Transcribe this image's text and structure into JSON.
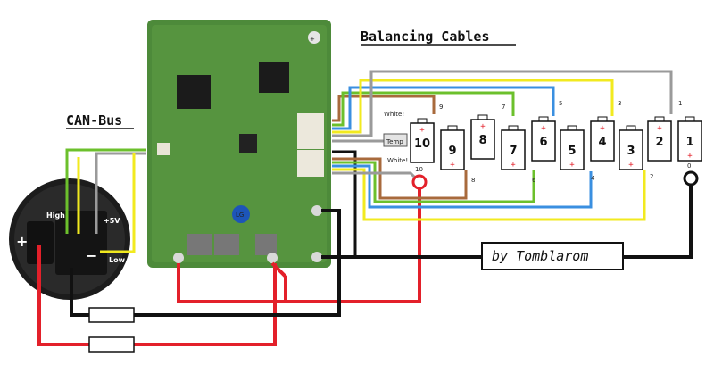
{
  "labels": {
    "balancing_cables": "Balancing Cables",
    "can_bus": "CAN-Bus",
    "credit": "by Tomblarom",
    "temp": "Temp",
    "white_top": "White!",
    "white_bottom": "White!"
  },
  "connector": {
    "plus": "+",
    "minus": "−",
    "high": "High",
    "low": "Low",
    "v5": "+5V"
  },
  "cells": [
    {
      "number": "10"
    },
    {
      "number": "9"
    },
    {
      "number": "8"
    },
    {
      "number": "7"
    },
    {
      "number": "6"
    },
    {
      "number": "5"
    },
    {
      "number": "4"
    },
    {
      "number": "3"
    },
    {
      "number": "2"
    },
    {
      "number": "1"
    }
  ],
  "top_wire_labels": [
    "9",
    "7",
    "5",
    "3",
    "1"
  ],
  "bottom_wire_labels": [
    "8",
    "6",
    "4",
    "2"
  ],
  "terminal_labels": [
    "10",
    "0"
  ],
  "board": {
    "chip_label": "LG",
    "screw_plus": "+"
  },
  "colors": {
    "red": "#e3202a",
    "black": "#111111",
    "yellow": "#f2ea1f",
    "green": "#6cc02c",
    "blue": "#3a8fe0",
    "brown": "#a86a3c",
    "gray": "#9a9a9a",
    "pcb": "#4d8a3a"
  }
}
